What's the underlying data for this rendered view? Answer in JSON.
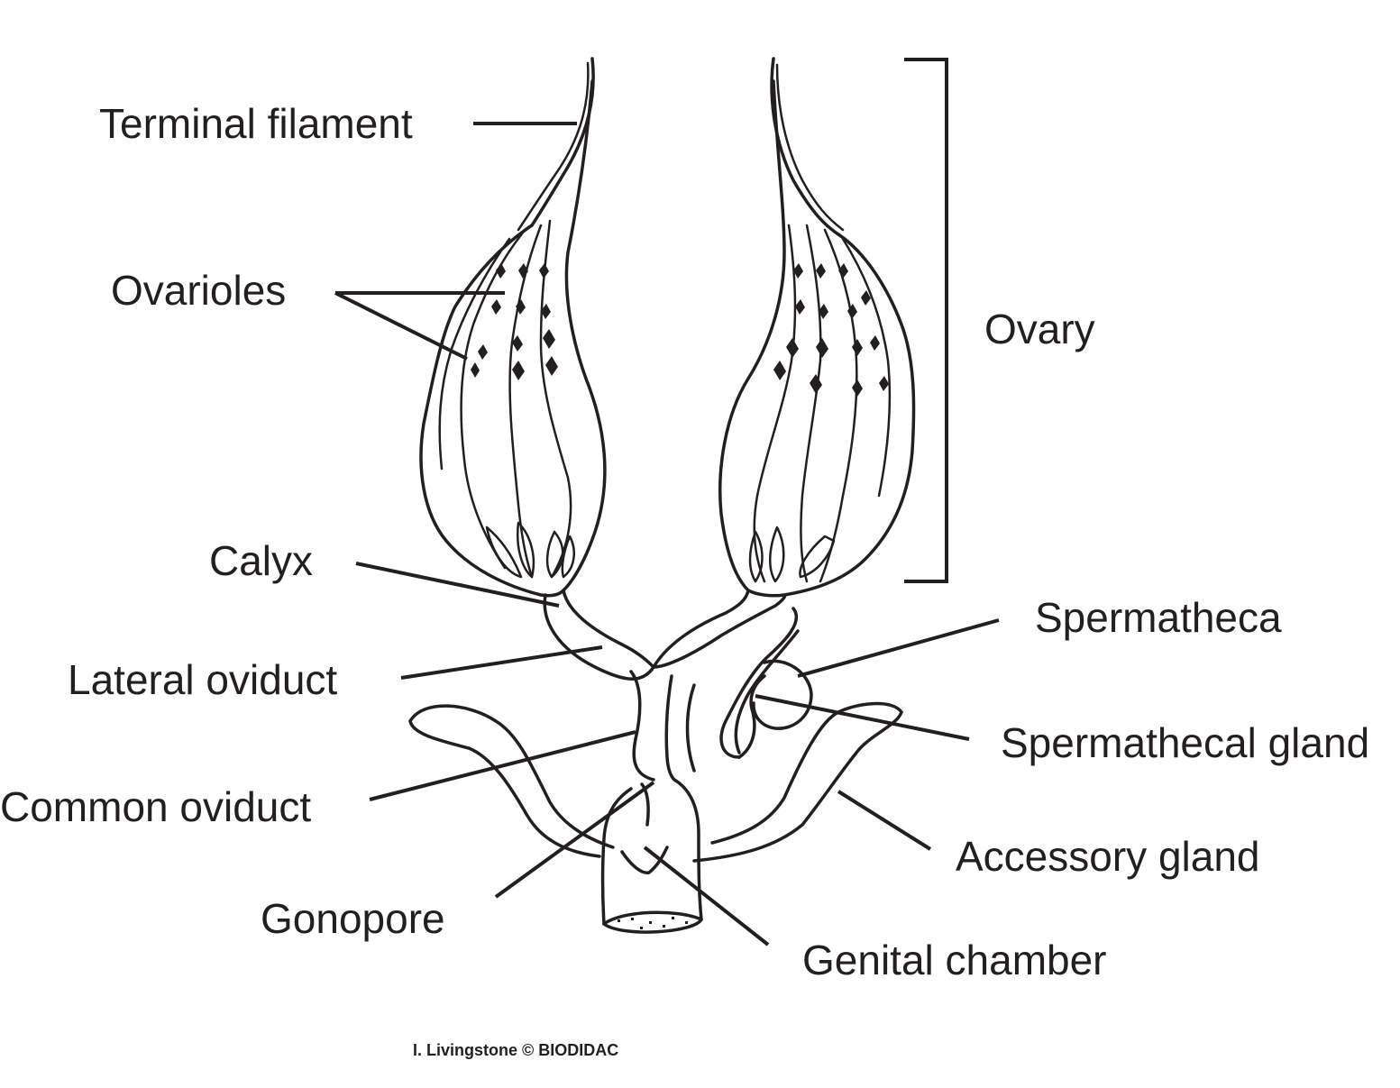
{
  "labels": {
    "terminal_filament": "Terminal filament",
    "ovarioles": "Ovarioles",
    "ovary": "Ovary",
    "calyx": "Calyx",
    "spermatheca": "Spermatheca",
    "lateral_oviduct": "Lateral oviduct",
    "spermathecal_gland": "Spermathecal gland",
    "common_oviduct": "Common oviduct",
    "accessory_gland": "Accessory gland",
    "gonopore": "Gonopore",
    "genital_chamber": "Genital chamber"
  },
  "credit": "I. Livingstone © BIODIDAC",
  "colors": {
    "ink": "#231f20",
    "background": "#ffffff"
  }
}
